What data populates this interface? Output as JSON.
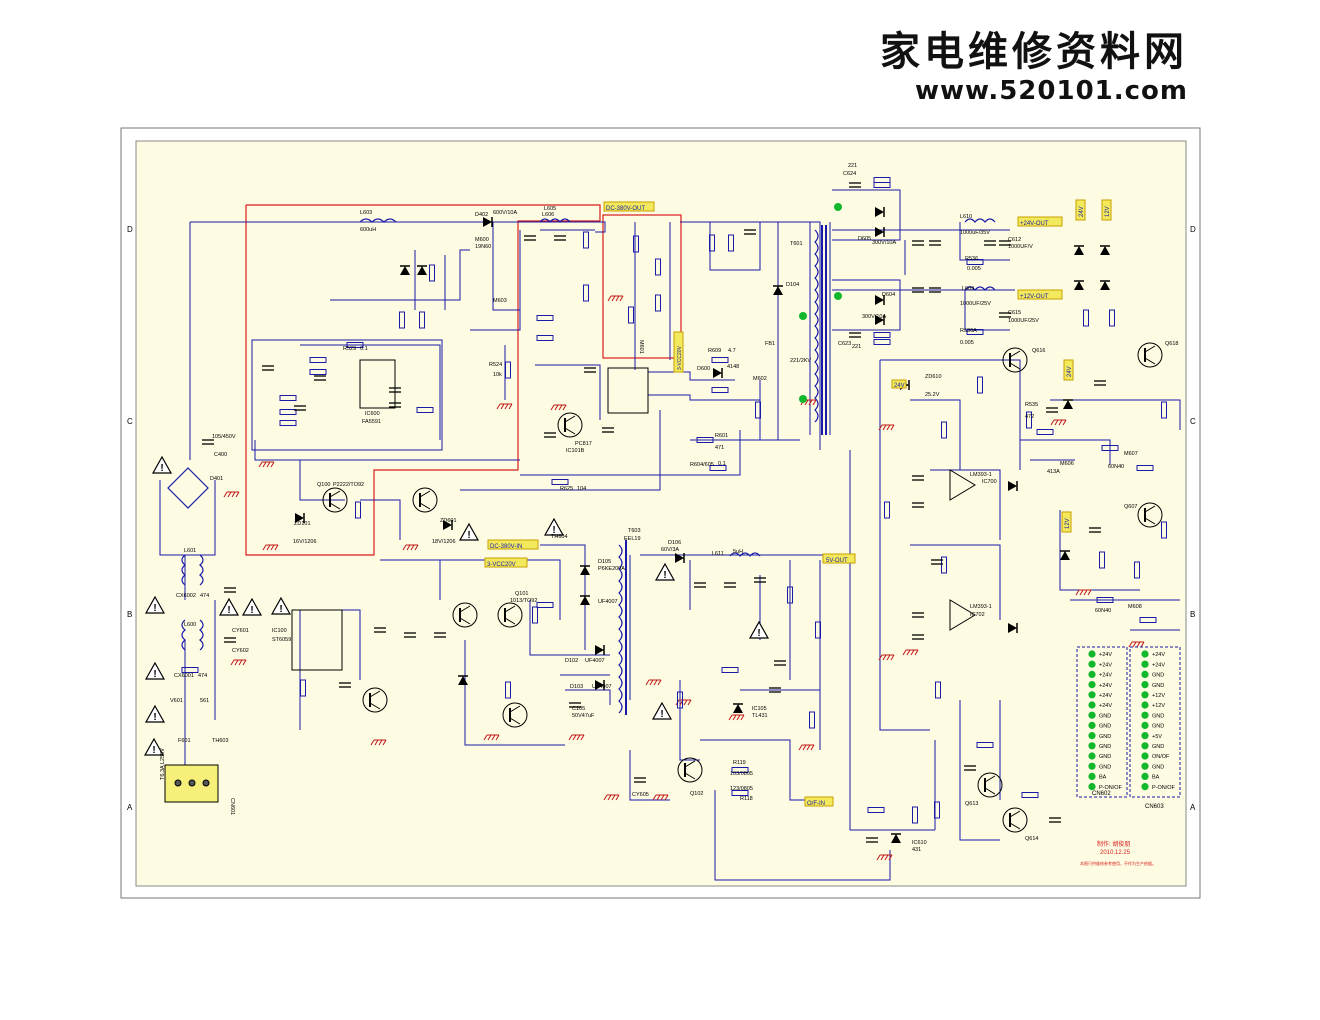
{
  "watermark": {
    "title": "家电维修资料网",
    "url": "www.520101.com"
  },
  "colors": {
    "paper": "#fdfbe2",
    "wire": "#1a1aa8",
    "red_box": "#d81e1e",
    "net_tag": "#f2ea5c",
    "led": "#12b82c"
  },
  "border": {
    "rows_left": [
      "D",
      "C",
      "B",
      "A"
    ],
    "rows_right": [
      "D",
      "C",
      "B",
      "A"
    ]
  },
  "net_tags": {
    "dc380_top": "DC-380V-OUT",
    "dc380_mid": "DC-380V-IN",
    "vcc20": "3-VCC20V",
    "out24": "+24V-OUT",
    "out12": "+12V-OUT",
    "out5": "5V-OUT",
    "onoff": "O/F-IN",
    "vcc20_vert": "3-VCC20V",
    "v24_a": "24V",
    "v12_a": "12V",
    "v24_b": "24V",
    "v24_c": "24V",
    "v12_b": "12V"
  },
  "components": {
    "ic600": "IC600",
    "fa5591": "FA5591",
    "ic100": "IC100",
    "st6059": "ST6059",
    "t601": "T601",
    "t603": "T603",
    "eel19": "EEL19",
    "ic700": "IC700",
    "lm393a": "LM393-1",
    "ic702": "IC702",
    "lm393b": "LM393-1",
    "ic101": "IC101B",
    "pc817": "PC817",
    "m600": "M600",
    "m600v": "19N60",
    "m601": "M601",
    "m603": "M603",
    "m602": "M602",
    "d402": "D402",
    "d402v": "600V/10A",
    "d605": "D605",
    "d605v": "300V/10A",
    "d604": "D604",
    "d604v": "300V/10A",
    "d106": "D106",
    "d106v": "60V/3A",
    "l603": "L603",
    "l603v": "600uH",
    "l605": "L605",
    "l606": "L606",
    "l610": "L610",
    "l609": "L609",
    "l611": "L611",
    "l611v": "5uH",
    "l601": "L601",
    "l600": "L600",
    "cx6002": "CX6002",
    "cx6002v": "474",
    "cx6001": "CX6001",
    "cx6001v": "474",
    "cy601": "CY601",
    "cy602": "CY602",
    "cy605": "CY605",
    "v601": "V601",
    "v601v": "561",
    "th603": "TH603",
    "th604": "TH604",
    "f601": "F601",
    "f601v": "T6.3A L250V",
    "cn601": "CN601",
    "d401": "D401",
    "c400": "C400",
    "c400v": "105/450V",
    "q100": "Q100",
    "q100v": "P2222/TO92",
    "q101": "Q101",
    "q101v": "1013/TO92",
    "zd101": "ZD101",
    "zd101v": "16V/1206",
    "zd601": "ZD601",
    "zd601v": "18V/1206",
    "q616": "Q616",
    "q618": "Q618",
    "q607": "Q607",
    "q613": "Q613",
    "q614": "Q614",
    "q102": "Q102",
    "d104": "D104",
    "d104v": "UF4007",
    "d105": "D105",
    "d105v": "P6KE200A",
    "d102": "D102",
    "d102v": "UF4007",
    "d103": "D103",
    "d103v": "UF4007",
    "fb1": "FB1",
    "c606v": "221/2KV",
    "d600": "D600",
    "d600v": "4148",
    "ic610": "IC610",
    "ic610v": "431",
    "ic105": "IC105",
    "ic105v": "TL431",
    "m606": "M606",
    "m606v": "413A",
    "m607": "M607",
    "m607v": "60N40",
    "m608": "M608",
    "m608v": "60N40",
    "c624": "C624",
    "c624v": "221",
    "c623": "C623",
    "c623v": "221",
    "c612": "C612",
    "c612v": "1000UF/V",
    "c615": "C615",
    "c615v": "1000UF/25V",
    "c610": "1000uF/35V",
    "c609": "1000UF/25V",
    "r536": "R536",
    "r536v": "0.005",
    "r536a": "R536A",
    "r536av": "0.005",
    "zd610": "ZD610",
    "zd610v": "25.2V",
    "r535": "R535",
    "r535v": "472",
    "r529": "R529",
    "r529v": "0.1",
    "r524": "R524",
    "r524v": "10k",
    "r609": "R609",
    "r609v": "4.7",
    "r601": "R601",
    "r601v": "471",
    "r604": "R604/605",
    "r604v": "0.1",
    "r625": "R625",
    "r625v": "104",
    "r119": "R119",
    "r119v": "103/0805",
    "r118": "R118",
    "r118v": "123/0805",
    "c105": "C105",
    "c105v": "50V47uF"
  },
  "connectors": {
    "cn602": {
      "label": "CN602",
      "pins": [
        "+24V",
        "+24V",
        "+24V",
        "+24V",
        "+24V",
        "+24V",
        "GND",
        "GND",
        "GND",
        "GND",
        "GND",
        "GND",
        "BA",
        "P-ON/OF"
      ]
    },
    "cn603": {
      "label": "CN603",
      "pins": [
        "+24V",
        "+24V",
        "GND",
        "GND",
        "+12V",
        "+12V",
        "GND",
        "GND",
        "+5V",
        "GND",
        "ON/OF",
        "GND",
        "BA",
        "P-ON/OF"
      ]
    }
  },
  "credits": {
    "author": "制作: 胡俊朋",
    "date": "2010.12.25",
    "note": "本图只供维修参考使用，不作为生产依据。"
  }
}
